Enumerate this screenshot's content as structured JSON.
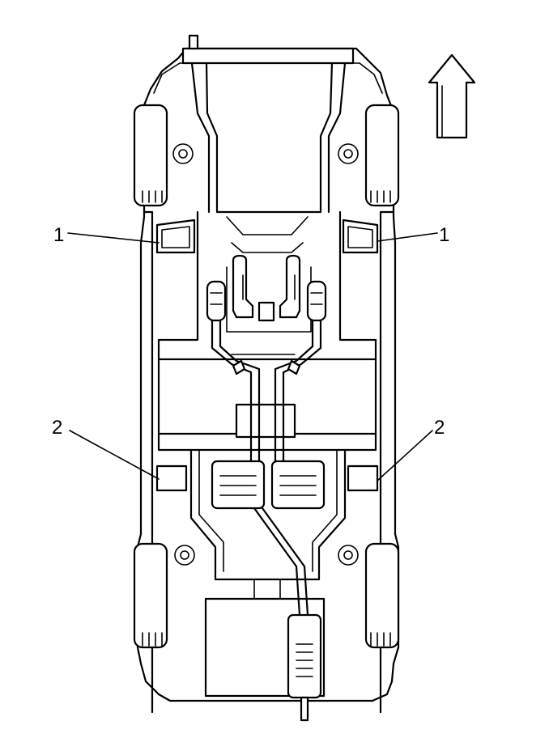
{
  "diagram": {
    "callouts": [
      {
        "id": "mount-front-left",
        "label": "1"
      },
      {
        "id": "mount-front-right",
        "label": "1"
      },
      {
        "id": "mount-rear-left",
        "label": "2"
      },
      {
        "id": "mount-rear-right",
        "label": "2"
      }
    ],
    "direction_arrow": "arrow-up-icon",
    "colors": {
      "line": "#000000",
      "background": "#ffffff"
    }
  }
}
